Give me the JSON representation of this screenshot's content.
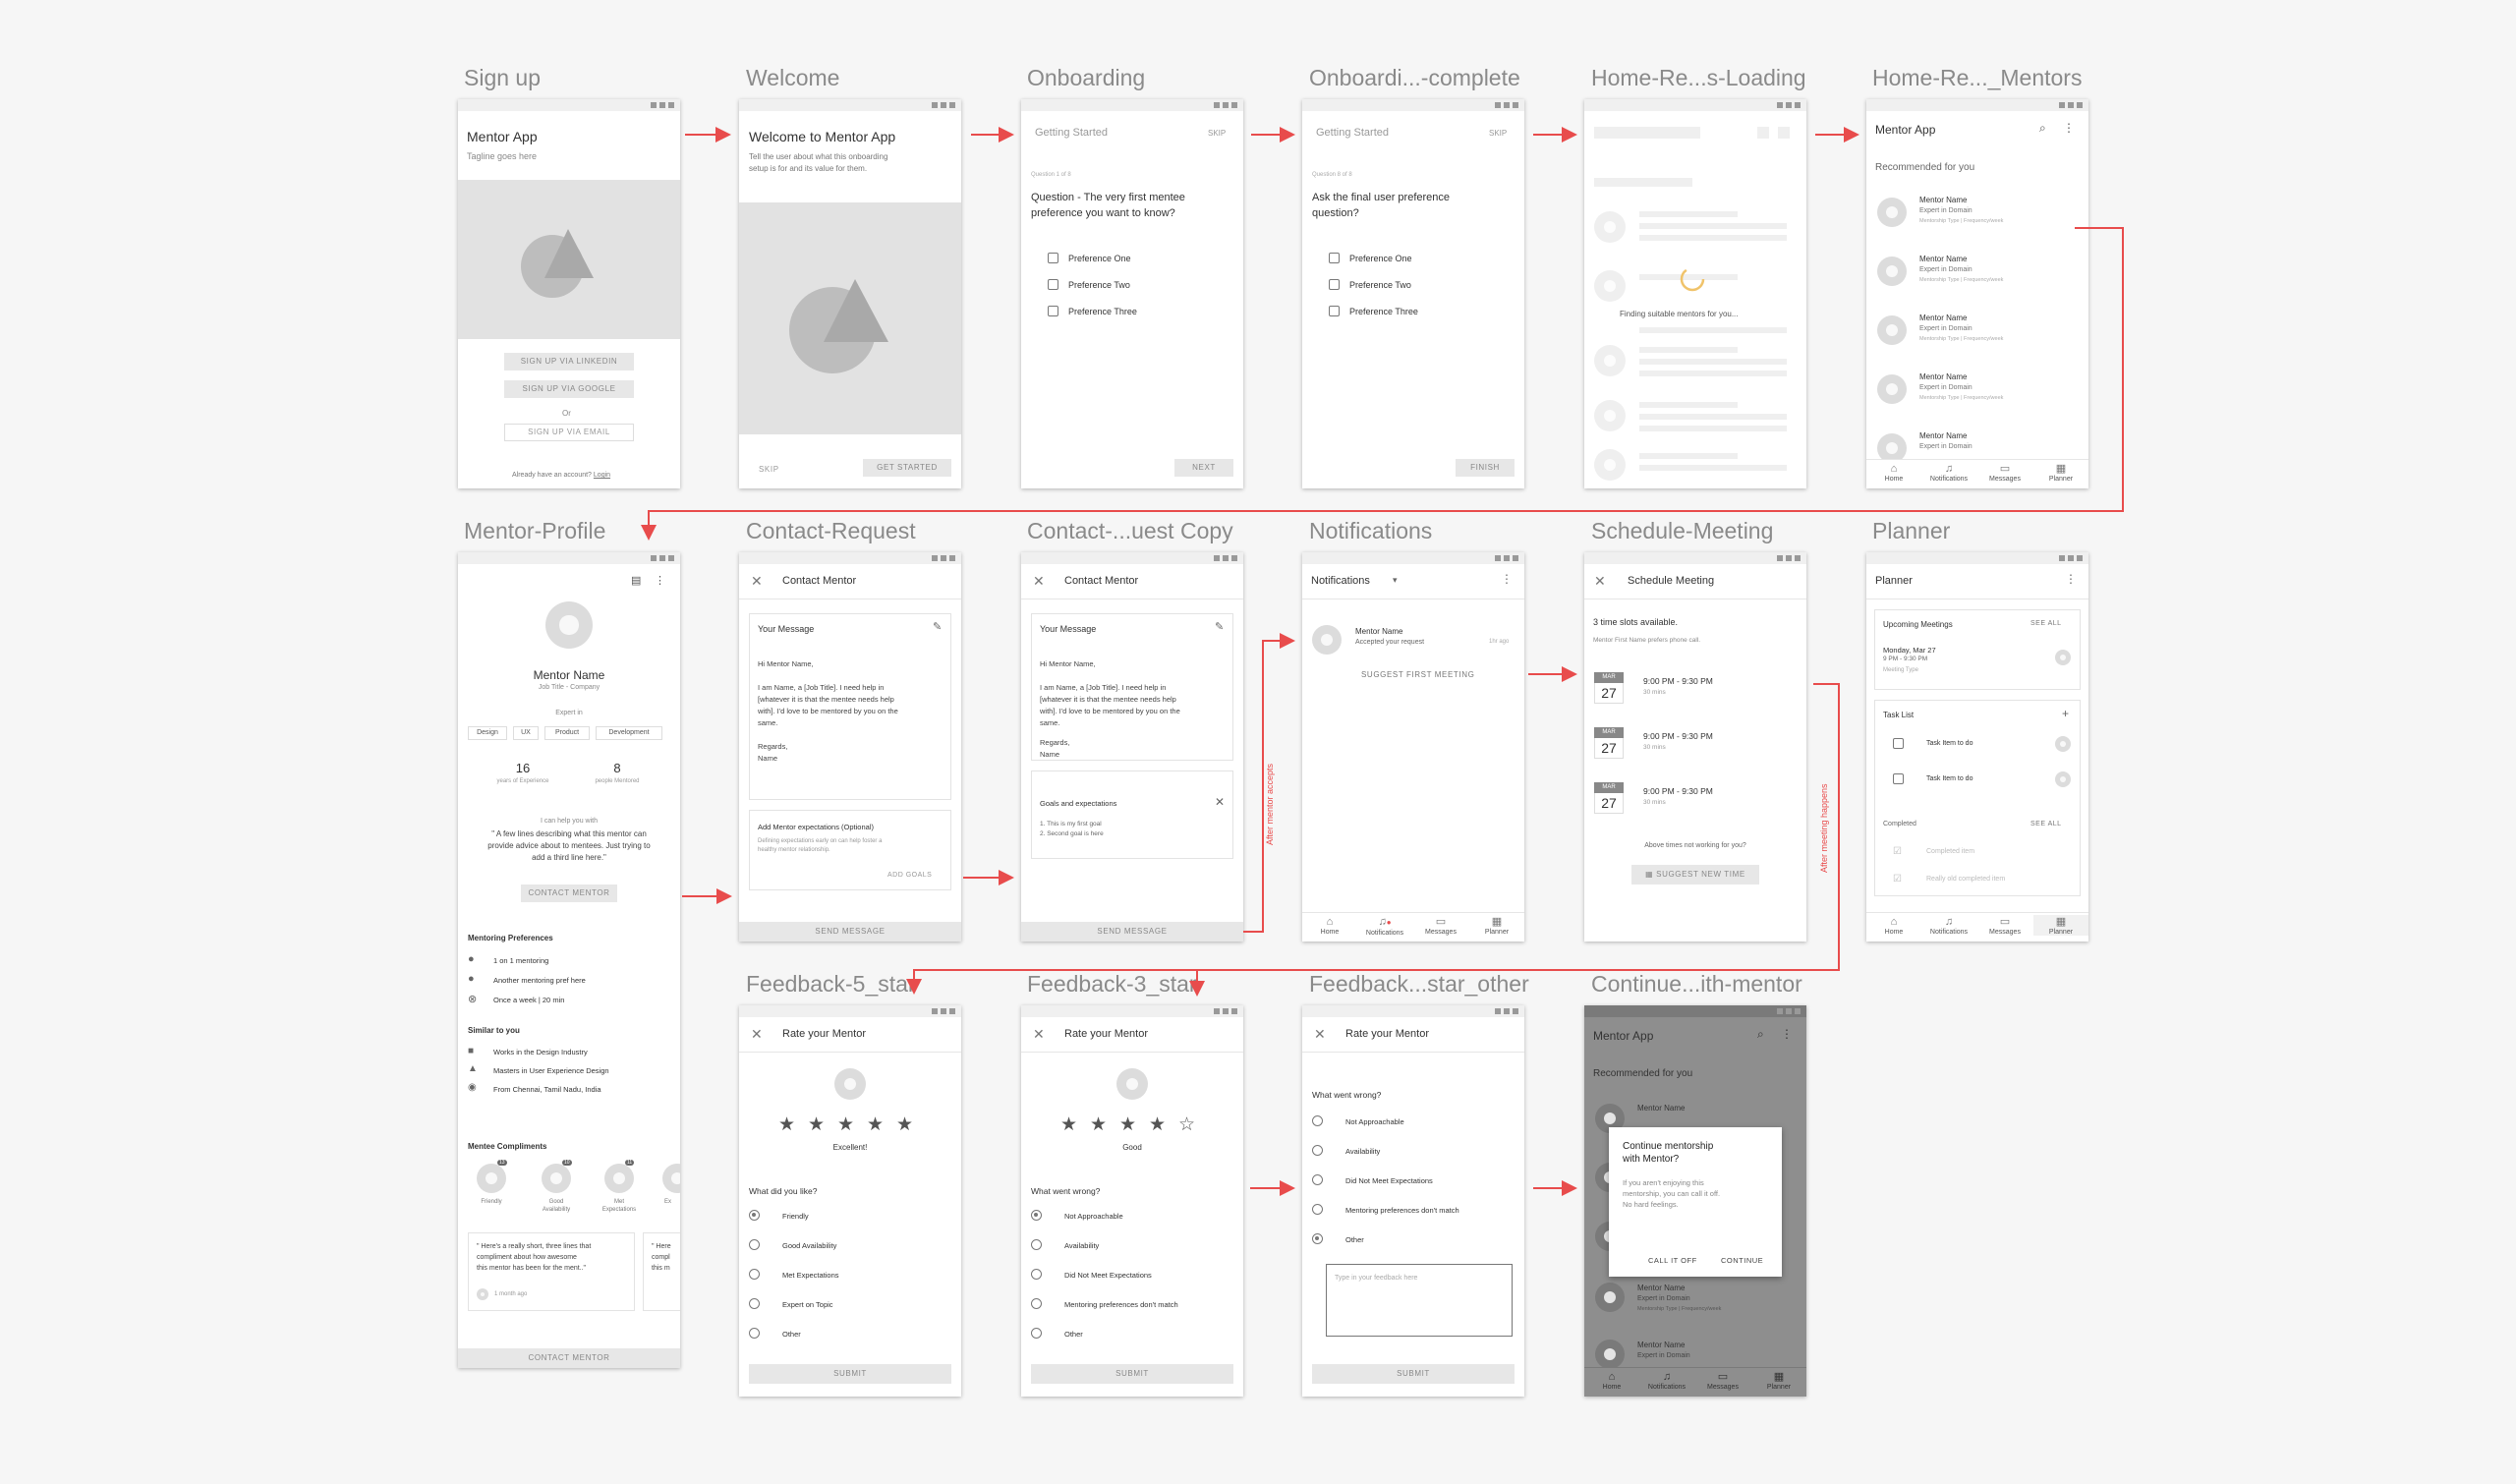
{
  "frames": {
    "signup": "Sign up",
    "welcome": "Welcome",
    "onboarding": "Onboarding",
    "onb_complete": "Onboardi...-complete",
    "home_loading": "Home-Re...s-Loading",
    "home_mentors": "Home-Re..._Mentors",
    "mentor_profile": "Mentor-Profile",
    "contact_request": "Contact-Request",
    "contact_copy": "Contact-...uest Copy",
    "notifications": "Notifications",
    "schedule": "Schedule-Meeting",
    "planner": "Planner",
    "fb5": "Feedback-5_star",
    "fb3": "Feedback-3_star",
    "fbother": "Feedback...star_other",
    "continue": "Continue...ith-mentor"
  },
  "flow_notes": {
    "after_accept": "After mentor accepts",
    "after_meeting": "After meeting happens"
  },
  "signup": {
    "app": "Mentor App",
    "tagline": "Tagline goes here",
    "btn_linkedin": "SIGN UP VIA LINKEDIN",
    "btn_google": "SIGN UP VIA GOOGLE",
    "or": "Or",
    "btn_email": "SIGN UP VIA EMAIL",
    "have_account": "Already have an account?",
    "login": "Login"
  },
  "welcome": {
    "title": "Welcome to Mentor App",
    "body1": "Tell the user about what this onboarding",
    "body2": "setup is for and its value for them.",
    "skip": "SKIP",
    "start": "GET STARTED"
  },
  "onboarding": {
    "header": "Getting Started",
    "skip": "SKIP",
    "counter": "Question 1 of 8",
    "q1": "Question - The very first mentee",
    "q2": "preference you want to know?",
    "opts": [
      "Preference One",
      "Preference Two",
      "Preference Three"
    ],
    "next": "NEXT"
  },
  "onb_complete": {
    "header": "Getting Started",
    "skip": "SKIP",
    "counter": "Question 8 of 8",
    "q1": "Ask the final user preference",
    "q2": "question?",
    "opts": [
      "Preference One",
      "Preference Two",
      "Preference Three"
    ],
    "finish": "FINISH"
  },
  "loading": {
    "text": "Finding suitable mentors for you..."
  },
  "home": {
    "app": "Mentor App",
    "section": "Recommended for you",
    "mentors": [
      {
        "name": "Mentor Name",
        "domain": "Expert in Domain",
        "meta": "Mentorship Type | Frequency/week"
      },
      {
        "name": "Mentor Name",
        "domain": "Expert in Domain",
        "meta": "Mentorship Type | Frequency/week"
      },
      {
        "name": "Mentor Name",
        "domain": "Expert in Domain",
        "meta": "Mentorship Type | Frequency/week"
      },
      {
        "name": "Mentor Name",
        "domain": "Expert in Domain",
        "meta": "Mentorship Type | Frequency/week"
      },
      {
        "name": "Mentor Name",
        "domain": "Expert in Domain",
        "meta": ""
      }
    ]
  },
  "nav": {
    "home": "Home",
    "notifications": "Notifications",
    "messages": "Messages",
    "planner": "Planner"
  },
  "profile": {
    "name": "Mentor Name",
    "job": "Job Title - Company",
    "expert_in": "Expert in",
    "chips": [
      "Design",
      "UX",
      "Product",
      "Development"
    ],
    "years": "16",
    "years_label": "years of Experience",
    "mentored": "8",
    "mentored_label": "people Mentored",
    "help_title": "I can help you with",
    "help1": "\" A few lines describing what this mentor can",
    "help2": "provide advice about to mentees. Just trying to",
    "help3": "add a third line here.\"",
    "contact": "CONTACT MENTOR",
    "pref_title": "Mentoring Preferences",
    "prefs": [
      "1 on 1 mentoring",
      "Another mentoring pref here",
      "Once a week | 20 min"
    ],
    "similar_title": "Similar to you",
    "similar": [
      "Works in the Design Industry",
      "Masters in User Experience Design",
      "From Chennai, Tamil Nadu, India"
    ],
    "compliments_title": "Mentee Compliments",
    "compliments": [
      {
        "label": "Friendly",
        "label2": "",
        "count": "13"
      },
      {
        "label": "Good",
        "label2": "Availability",
        "count": "10"
      },
      {
        "label": "Met",
        "label2": "Expectations",
        "count": "11"
      },
      {
        "label": "Ex",
        "label2": "",
        "count": ""
      }
    ],
    "review1": "\" Here's a really short, three lines that",
    "review2": "compliment about how awesome",
    "review3": "this mentor has been for the ment..\"",
    "review_time": "1 month ago",
    "review_peek1": "\" Here",
    "review_peek2": "compl",
    "review_peek3": "this m",
    "bottom": "CONTACT MENTOR"
  },
  "contact": {
    "title": "Contact Mentor",
    "your_message": "Your Message",
    "greet": "Hi Mentor Name,",
    "m1": "I am Name, a [Job Title]. I need help in",
    "m2": "[whatever it is that the mentee needs help",
    "m3": "with]. I'd love to be mentored by you on the",
    "m4": "same.",
    "regards": "Regards,",
    "sign": "Name",
    "exp_title": "Add Mentor expectations (Optional)",
    "exp1": "Defining expectations early on can help foster a",
    "exp2": "healthy mentor relationship.",
    "add_goals": "ADD GOALS",
    "send": "SEND MESSAGE",
    "goals_title": "Goals and expectations",
    "goal1": "1.    This is my first goal",
    "goal2": "2.    Second goal is here"
  },
  "notif": {
    "title": "Notifications",
    "name": "Mentor Name",
    "msg": "Accepted your request",
    "time": "1hr ago",
    "action": "SUGGEST FIRST MEETING"
  },
  "schedule": {
    "title": "Schedule Meeting",
    "avail": "3 time slots available.",
    "pref": "Mentor First Name prefers phone call.",
    "slots": [
      {
        "month": "MAR",
        "day": "27",
        "time": "9:00 PM - 9:30 PM",
        "dur": "30 mins"
      },
      {
        "month": "MAR",
        "day": "27",
        "time": "9:00 PM - 9:30 PM",
        "dur": "30 mins"
      },
      {
        "month": "MAR",
        "day": "27",
        "time": "9:00 PM - 9:30 PM",
        "dur": "30 mins"
      }
    ],
    "not_working": "Above times not working for you?",
    "suggest": "SUGGEST NEW TIME"
  },
  "planner": {
    "title": "Planner",
    "upcoming": "Upcoming Meetings",
    "see_all": "SEE ALL",
    "meet_date": "Monday, Mar 27",
    "meet_time": "9 PM - 9:30 PM",
    "meet_type": "Meeting Type",
    "tasks_title": "Task List",
    "tasks": [
      "Task Item to do",
      "Task Item to do"
    ],
    "completed": "Completed",
    "see_all2": "SEE ALL",
    "done": [
      "Completed item",
      "Really old completed item"
    ]
  },
  "feedback": {
    "title": "Rate your Mentor",
    "excellent": "Excellent!",
    "good": "Good",
    "liked": "What did you like?",
    "wrong": "What went wrong?",
    "like_opts": [
      "Friendly",
      "Good Availability",
      "Met Expectations",
      "Expert on Topic",
      "Other"
    ],
    "wrong_opts": [
      "Not Approachable",
      "Availability",
      "Did Not Meet Expectations",
      "Mentoring preferences don't match",
      "Other"
    ],
    "feedback_ph": "Type in your feedback here",
    "submit": "SUBMIT"
  },
  "dialog": {
    "title1": "Continue mentorship",
    "title2": "with Mentor?",
    "b1": "If you aren't enjoying this",
    "b2": "mentorship, you can call it off.",
    "b3": "No hard feelings.",
    "call_off": "CALL IT OFF",
    "cont": "CONTINUE"
  },
  "colors": {
    "arrow": "#e84c4c",
    "background": "#f6f6f6"
  }
}
